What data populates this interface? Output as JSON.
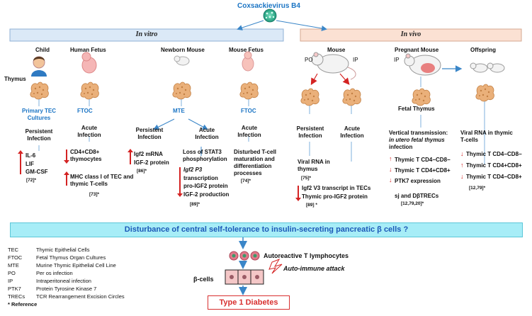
{
  "title": "Coxsackievirus B4",
  "panels": {
    "left": "In vitro",
    "right": "In vivo"
  },
  "thymus_label": "Thymus",
  "col_child": {
    "header": "Child",
    "system": "Primary TEC Cultures",
    "infection": "Persistent Infection",
    "effects": [
      "IL-6",
      "LIF",
      "GM-CSF"
    ],
    "ref": "[72]*"
  },
  "col_fetus": {
    "header": "Human Fetus",
    "system": "FTOC",
    "infection": "Acute Infection",
    "effect_1": "CD4+CD8+ thymocytes",
    "effect_2": "MHC class I of TEC and thymic T-cells",
    "ref": "[73]*"
  },
  "col_newborn": {
    "header": "Newborn Mouse",
    "system": "MTE",
    "left_infection": "Persistent Infection",
    "left_effects": [
      "Igf2 mRNA",
      "IGF-2 protein"
    ],
    "left_ref": "[86]*",
    "right_infection": "Acute Infection",
    "right_loss": "Loss of STAT3 phosphorylation",
    "right_effects": [
      "Igf2 P3",
      "transcription",
      "pro-IGF2 protein",
      "IGF-2 production"
    ],
    "right_ref": "[89]*"
  },
  "col_mfetus": {
    "header": "Mouse Fetus",
    "system": "FTOC",
    "infection": "Acute Infection",
    "effect": "Disturbed T-cell maturation and differentiation processes",
    "ref": "[74]*"
  },
  "col_mouse": {
    "header": "Mouse",
    "po": "PO",
    "ip": "IP",
    "left_infection": "Persistent Infection",
    "right_infection": "Acute Infection",
    "viral": "Viral RNA in thymus",
    "viral_ref": "[75]*",
    "effects": [
      "Igf2 V3 transcript in TECs",
      "Thymic pro-IGF2 protein"
    ],
    "ref": "[89] *"
  },
  "col_pregnant": {
    "header": "Pregnant Mouse",
    "ip": "IP",
    "fetal": "Fetal Thymus",
    "trans_1": "Vertical transmission:",
    "trans_2": "in utero fetal thymus",
    "trans_3": "infection",
    "effects": [
      "Thymic T CD4−CD8−",
      "Thymic T CD4+CD8+",
      "PTK7 expression",
      "sj and DβTRECs"
    ],
    "ref": "[12,79,20]*"
  },
  "col_offspring": {
    "header": "Offspring",
    "viral": "Viral RNA in thymic T-cells",
    "effects": [
      "Thymic T CD4−CD8−",
      "Thymic T CD4+CD8+",
      "Thymic T CD4−CD8+"
    ],
    "ref": "[12,79]*"
  },
  "banner": "Disturbance of  central self-tolerance to insulin-secreting pancreatic β cells ?",
  "autoreactive": "Autoreactive T lymphocytes",
  "attack": "Auto-immune attack",
  "bcells": "β-cells",
  "outcome": "Type 1 Diabetes",
  "legend": [
    {
      "abbr": "TEC",
      "full": "Thymic Epithelial Cells"
    },
    {
      "abbr": "FTOC",
      "full": "Fetal Thymus Organ Cultures"
    },
    {
      "abbr": "MTE",
      "full": "Murine Thymic Epithelial Cell Line"
    },
    {
      "abbr": "PO",
      "full": "Per os infection"
    },
    {
      "abbr": "IP",
      "full": "Intraperitoneal infection"
    },
    {
      "abbr": "PTK7",
      "full": "Protein Tyrosine Kinase 7"
    },
    {
      "abbr": "TRECs",
      "full": "TCR Rearrangement Excision Circles"
    }
  ],
  "legend_ref": "* Reference",
  "colors": {
    "accent_blue": "#1a74c4",
    "arrow_red": "#d42323",
    "invitro_fill": "#dbe9f7",
    "invivo_fill": "#fbe1d3",
    "banner_fill": "#a7edf7",
    "thymus": "#e8a86a"
  }
}
